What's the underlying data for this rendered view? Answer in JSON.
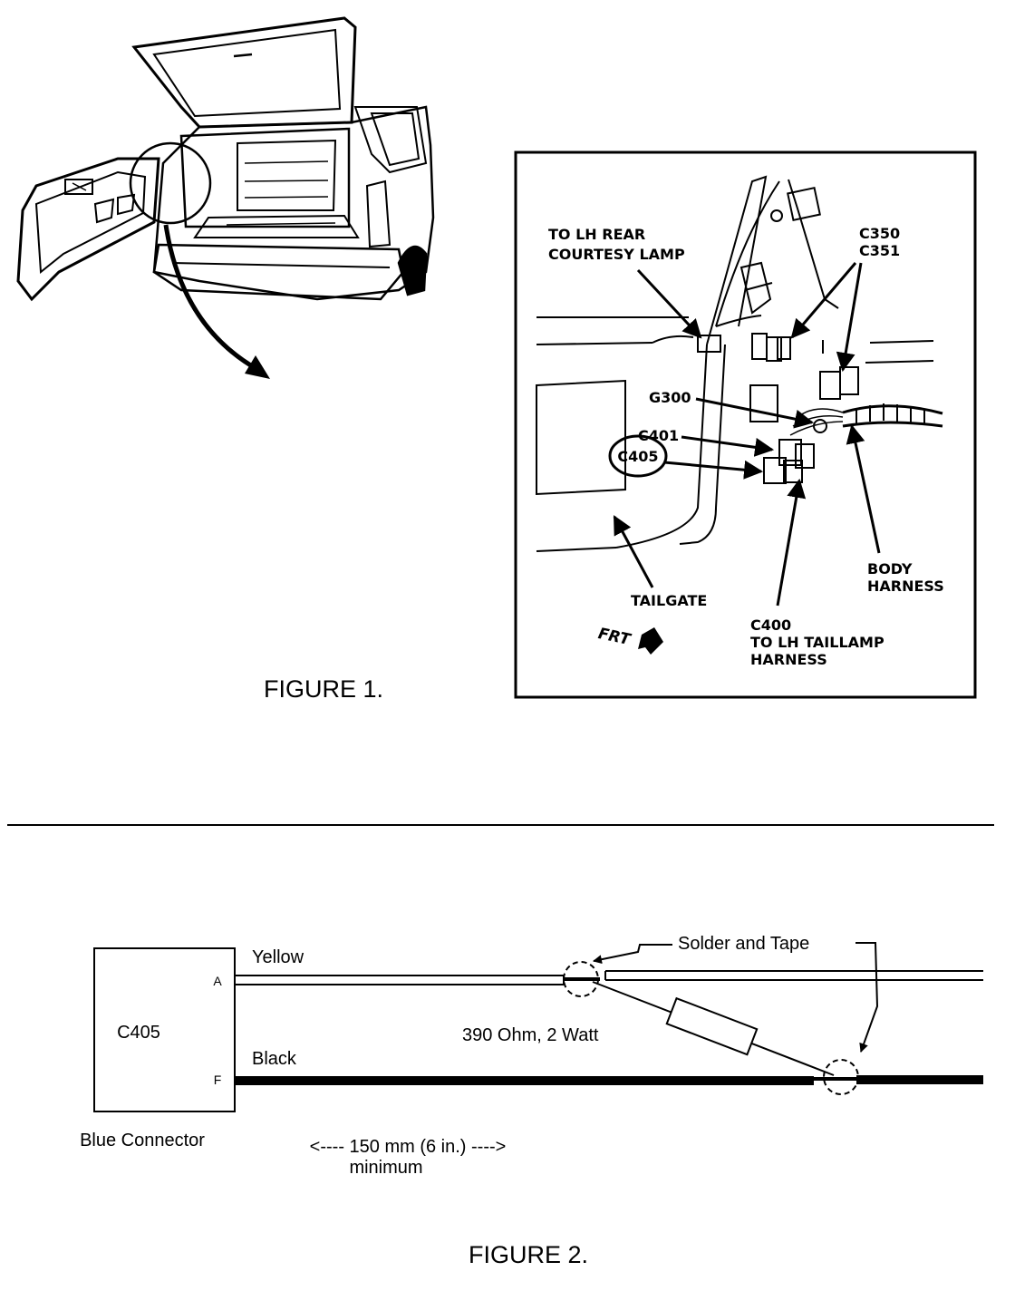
{
  "figure1": {
    "caption": "FIGURE 1.",
    "labels": {
      "lh_rear_lamp_line1": "TO LH REAR",
      "lh_rear_lamp_line2": "COURTESY LAMP",
      "c350": "C350",
      "c351": "C351",
      "g300": "G300",
      "c401": "C401",
      "c405": "C405",
      "body_harness_line1": "BODY",
      "body_harness_line2": "HARNESS",
      "tailgate": "TAILGATE",
      "c400_line1": "C400",
      "c400_line2": "TO LH TAILLAMP",
      "c400_line3": "HARNESS",
      "frt": "FRT"
    }
  },
  "figure2": {
    "caption": "FIGURE 2.",
    "connector_id": "C405",
    "connector_caption": "Blue Connector",
    "pin_a": "A",
    "pin_f": "F",
    "wire_top": "Yellow",
    "wire_bottom": "Black",
    "resistor": "390 Ohm, 2 Watt",
    "splice_note": "Solder and Tape",
    "distance_line1": "<---- 150 mm (6 in.) ---->",
    "distance_line2": "minimum"
  }
}
